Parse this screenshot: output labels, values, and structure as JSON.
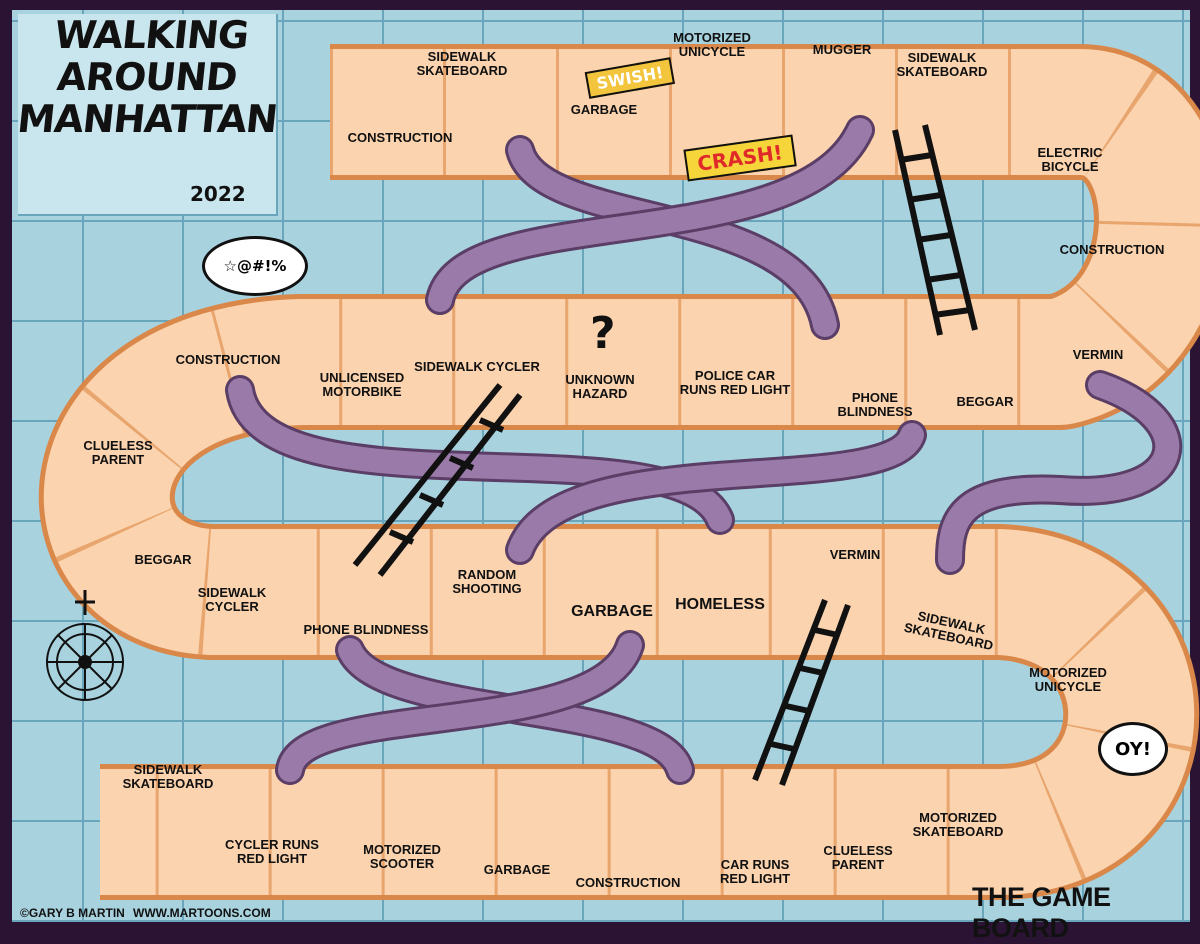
{
  "title": {
    "line1": "WALKING",
    "line2": "AROUND",
    "line3": "MANHATTAN",
    "year": "2022"
  },
  "subtitle": "THE GAME BOARD",
  "credits": {
    "author": "©GARY B MARTIN",
    "website": "WWW.MARTOONS.COM"
  },
  "sound_effects": {
    "swish": "SWISH!",
    "crash": "CRASH!",
    "oy": "OY!",
    "curse": "☆@#!%"
  },
  "hazard_symbol": "?",
  "colors": {
    "border": "#2b1433",
    "board": "#a8d2de",
    "path": "#fbd3ae",
    "path_edge": "#d9884a",
    "snake": "#9a7aa9",
    "ladder": "#111111"
  },
  "squares": [
    "CONSTRUCTION",
    "SIDEWALK\nSKATEBOARD",
    "GARBAGE",
    "MOTORIZED\nUNICYCLE",
    "MUGGER",
    "SIDEWALK\nSKATEBOARD",
    "ELECTRIC\nBICYCLE",
    "CONSTRUCTION",
    "VERMIN",
    "BEGGAR",
    "PHONE\nBLINDNESS",
    "POLICE CAR\nRUNS RED LIGHT",
    "UNKNOWN\nHAZARD",
    "SIDEWALK CYCLER",
    "UNLICENSED\nMOTORBIKE",
    "CONSTRUCTION",
    "CLUELESS\nPARENT",
    "BEGGAR",
    "SIDEWALK\nCYCLER",
    "PHONE BLINDNESS",
    "RANDOM\nSHOOTING",
    "GARBAGE",
    "HOMELESS",
    "VERMIN",
    "SIDEWALK\nSKATEBOARD",
    "MOTORIZED\nUNICYCLE",
    "MOTORIZED\nSKATEBOARD",
    "CLUELESS\nPARENT",
    "CAR RUNS\nRED LIGHT",
    "CONSTRUCTION",
    "GARBAGE",
    "MOTORIZED\nSCOOTER",
    "CYCLER RUNS\nRED LIGHT",
    "SIDEWALK\nSKATEBOARD"
  ]
}
